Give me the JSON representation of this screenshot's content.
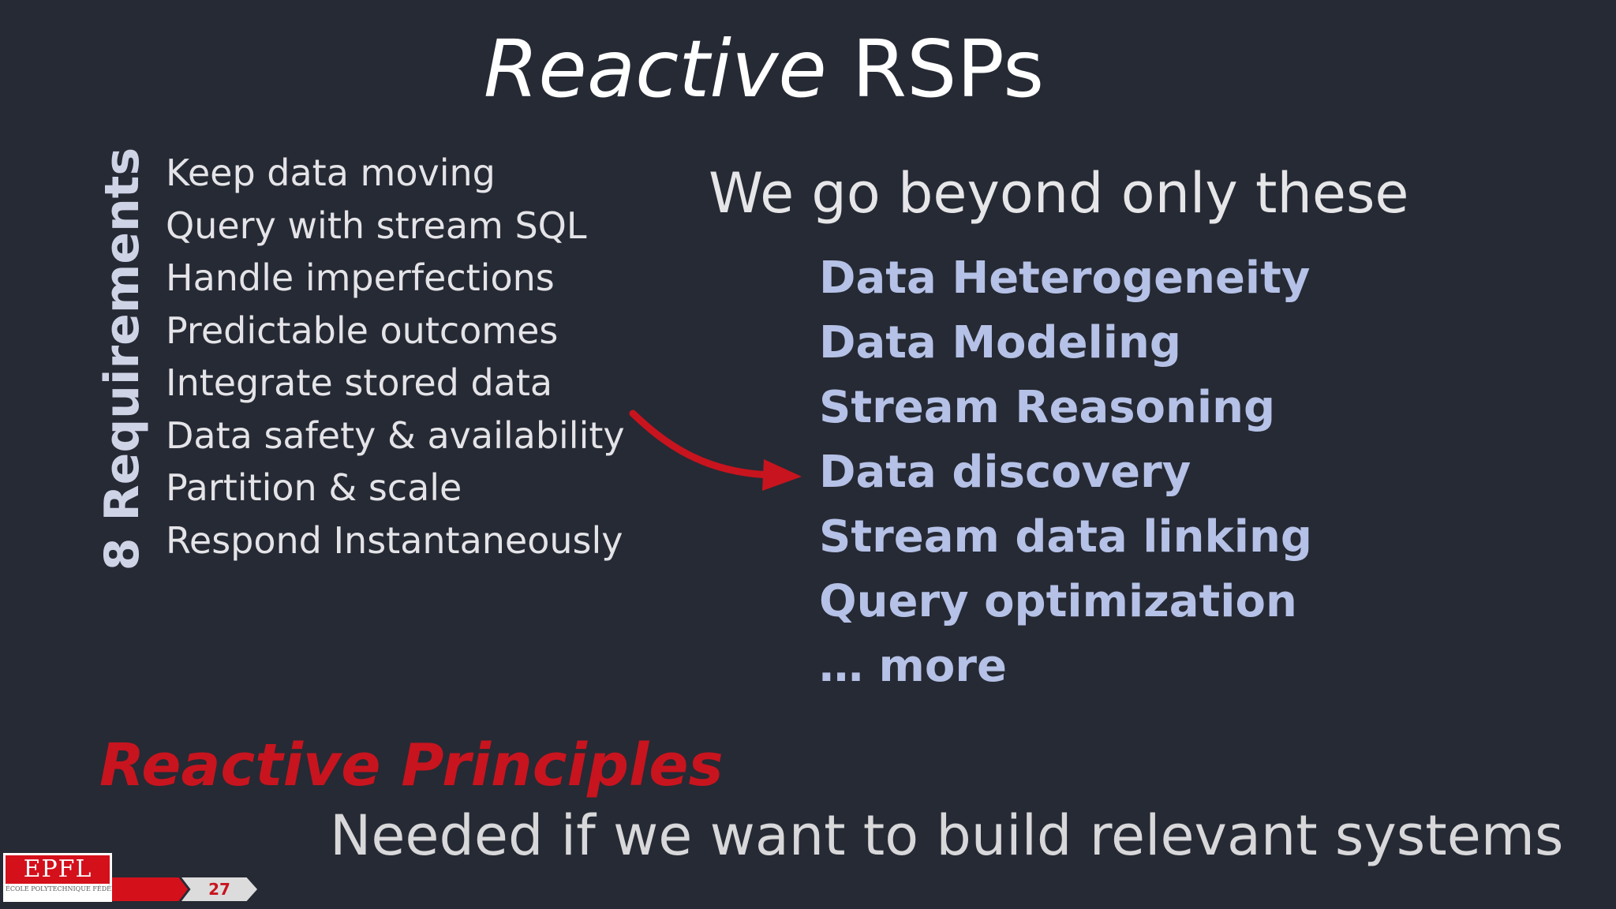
{
  "title": {
    "italic": "Reactive",
    "rest": "RSPs"
  },
  "requirements": {
    "heading": "8 Requirements",
    "items": [
      "Keep data moving",
      "Query with stream SQL",
      "Handle imperfections",
      "Predictable outcomes",
      "Integrate stored data",
      "Data safety & availability",
      "Partition & scale",
      "Respond Instantaneously"
    ]
  },
  "beyond": "We go beyond only these",
  "topics": [
    "Data Heterogeneity",
    "Data Modeling",
    "Stream Reasoning",
    "Data discovery",
    "Stream data linking",
    "Query optimization",
    "… more"
  ],
  "principles": "Reactive Principles",
  "needed": "Needed if we want to build relevant systems",
  "footer": {
    "logo_text": "EPFL",
    "logo_sub": "ÉCOLE POLYTECHNIQUE FÉDÉRALE DE LAUSANNE",
    "page_number": "27"
  },
  "colors": {
    "background": "#262a34",
    "accent_red": "#c8141e",
    "topic_blue": "#b5c1e6"
  }
}
